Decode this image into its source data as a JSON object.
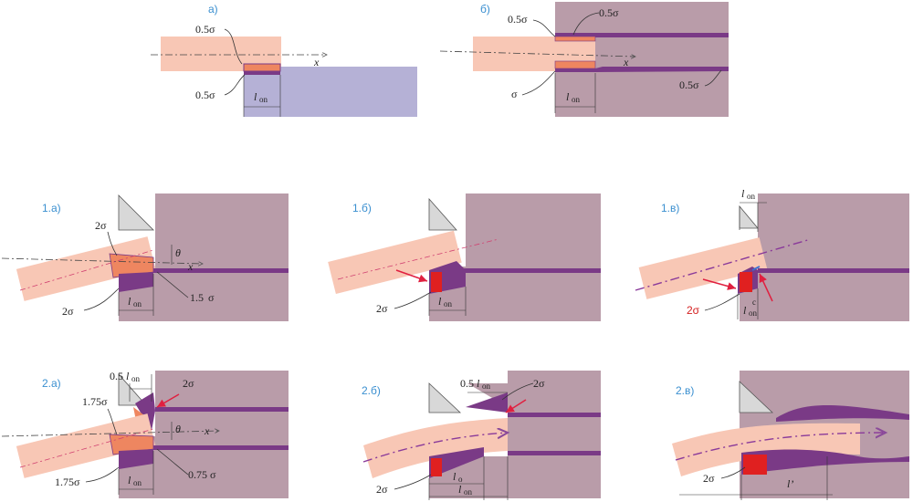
{
  "panels": {
    "a": "а)",
    "b": "б)",
    "p1a": "1.а)",
    "p1b": "1.б)",
    "p1v": "1.в)",
    "p2a": "2.а)",
    "p2b": "2.б)",
    "p2v": "2.в)"
  },
  "labels": {
    "half_sigma": "0.5",
    "sigma": "σ",
    "sigma_half_sigma": "0.5σ",
    "two_sigma": "2σ",
    "one_five_sigma": "1.5",
    "one_75_sigma": "1.75σ",
    "zero_75_sigma": "0.75 σ",
    "x_axis": "x",
    "theta": "θ",
    "l_italic": "l",
    "l_prime": "l’",
    "sub_on": "on",
    "sub_o": "o",
    "sup_c": "c",
    "half_l": "0.5"
  },
  "colors": {
    "matrix": "#b99ca9",
    "matrix_light": "#b5b1d6",
    "fiber": "#f8c7b5",
    "purple": "#7a3a86",
    "orange": "#ee8660",
    "red": "#e02020",
    "blue": "#3a6fd0",
    "grey": "#d8d8d8"
  }
}
